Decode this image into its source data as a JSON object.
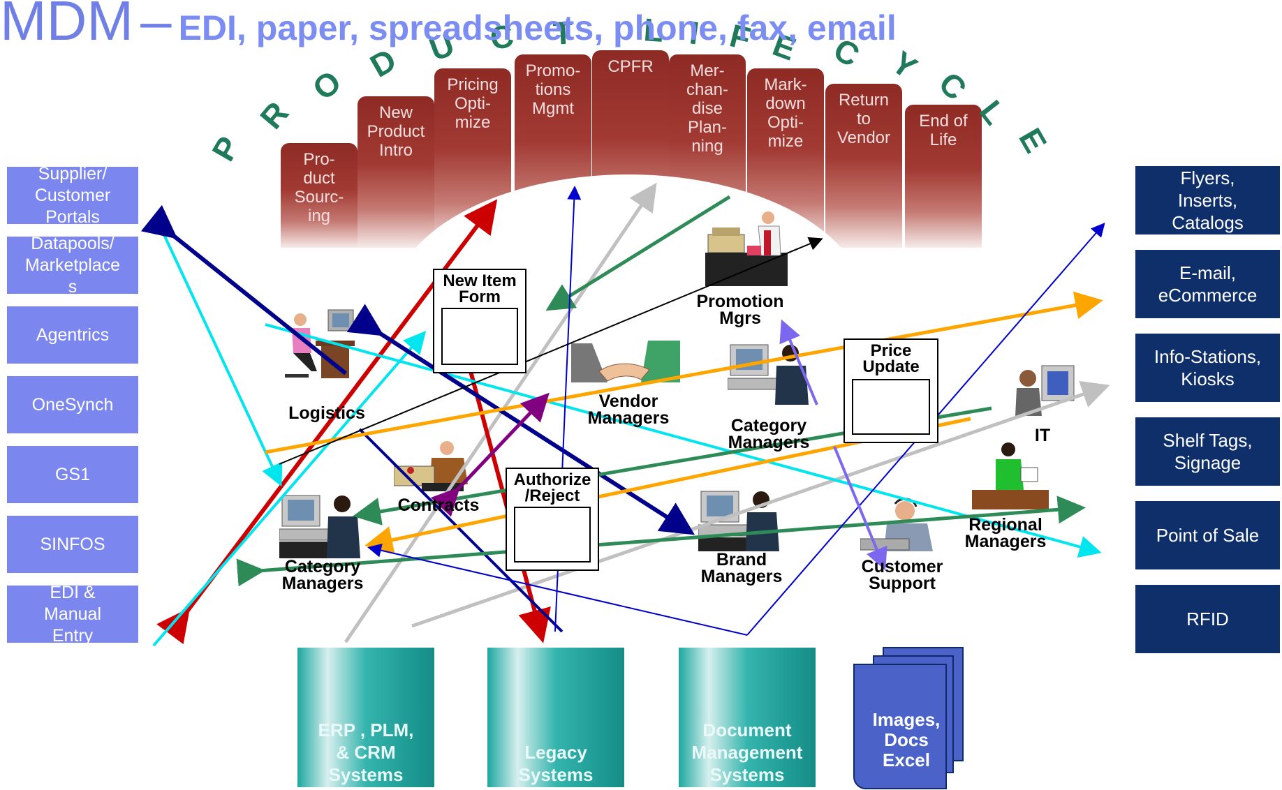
{
  "header": {
    "title": "MDM",
    "dash": "–",
    "subtitle": "EDI, paper, spreadsheets, phone, fax, email"
  },
  "lifecycle": {
    "arc_letters": [
      "P",
      "R",
      "O",
      "D",
      "U",
      "C",
      "T",
      "L",
      "I",
      "F",
      "E",
      "C",
      "Y",
      "C",
      "L",
      "E"
    ],
    "stages": [
      "Pro-\nduct\nSourc-\ning",
      "New\nProduct\nIntro",
      "Pricing\nOpti-\nmize",
      "Promo-\ntions\nMgmt",
      "CPFR",
      "Mer-\nchan-\ndise\nPlan-\nning",
      "Mark-\ndown\nOpti-\nmize",
      "Return\nto\nVendor",
      "End of\nLife"
    ]
  },
  "left_sources": [
    "Supplier/\nCustomer\nPortals",
    "Datapools/\nMarketplace\ns",
    "Agentrics",
    "OneSynch",
    "GS1",
    "SINFOS",
    "EDI &\nManual\nEntry"
  ],
  "right_channels": [
    "Flyers,\nInserts,\nCatalogs",
    "E-mail,\neCommerce",
    "Info-Stations,\nKiosks",
    "Shelf Tags,\nSignage",
    "Point of Sale",
    "RFID"
  ],
  "forms": {
    "new_item": "New Item\nForm",
    "authorize": "Authorize\n/Reject",
    "price_update": "Price\nUpdate"
  },
  "roles": {
    "logistics": "Logistics",
    "contracts": "Contracts",
    "vendor_managers": "Vendor\nManagers",
    "promotion_mgrs": "Promotion\nMgrs",
    "category_managers_center": "Category\nManagers",
    "category_managers_left": "Category\nManagers",
    "brand_managers": "Brand\nManagers",
    "customer_support": "Customer\nSupport",
    "regional_managers": "Regional\nManagers",
    "it": "IT"
  },
  "systems": [
    "ERP , PLM,\n& CRM\nSystems",
    "Legacy\nSystems",
    "Document\nManagement\nSystems"
  ],
  "docs_stack": "Images,\nDocs\nExcel",
  "colors": {
    "header": "#6f7fe6",
    "left_box": "#7b86ee",
    "right_box": "#0f2f6a",
    "stage": "#a13a33",
    "arc_letter": "#1f7a5a",
    "system": "#1fa7a1",
    "arrows": [
      "#cc0000",
      "#00008b",
      "#00e5ee",
      "#2e8b57",
      "#ffa500",
      "#c0c0c0",
      "#800080",
      "#0000cd",
      "#7b68ee",
      "#000000"
    ]
  },
  "icons": [
    "person-at-computer-icon",
    "handshake-icon",
    "cashier-icon",
    "phone-person-icon",
    "headset-person-icon",
    "document-stack-icon"
  ]
}
